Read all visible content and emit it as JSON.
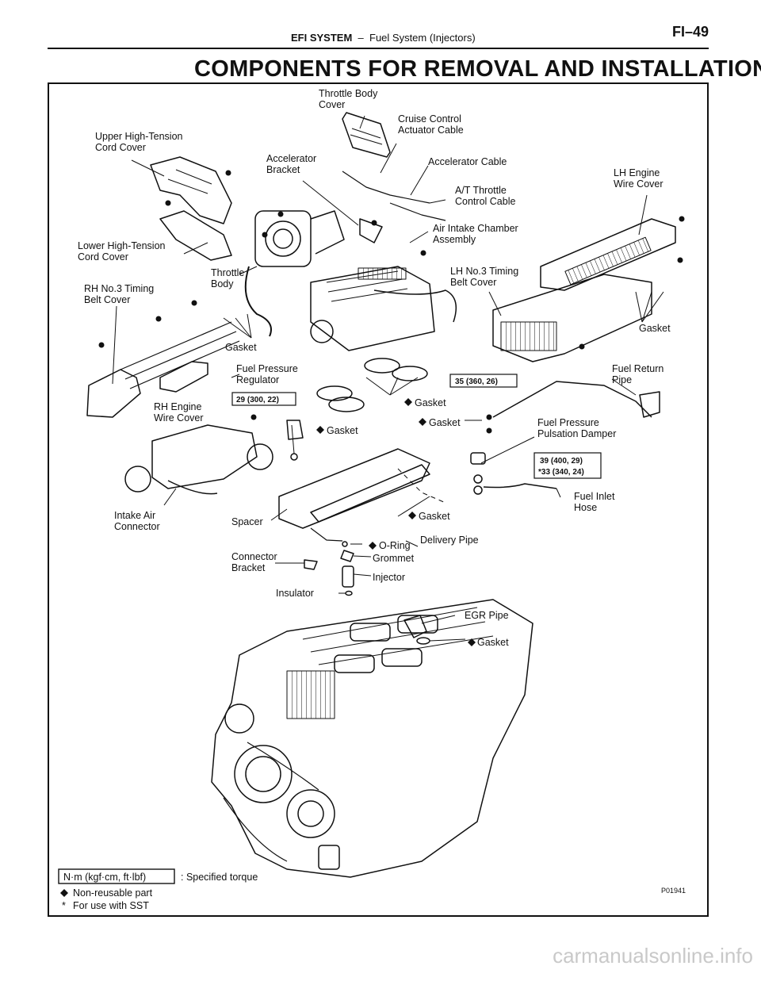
{
  "header": {
    "section": "EFI SYSTEM",
    "separator": "–",
    "subsection": "Fuel System (Injectors)",
    "page": "FI–49"
  },
  "title": "COMPONENTS FOR REMOVAL AND INSTALLATION",
  "labels": {
    "throttle_body_cover": [
      "Throttle Body",
      "Cover"
    ],
    "cruise_control_cable": [
      "Cruise Control",
      "Actuator Cable"
    ],
    "upper_ht_cord_cover": [
      "Upper High-Tension",
      "Cord Cover"
    ],
    "accelerator_bracket": [
      "Accelerator",
      "Bracket"
    ],
    "accelerator_cable": [
      "Accelerator Cable"
    ],
    "at_throttle_cable": [
      "A/T Throttle",
      "Control Cable"
    ],
    "lh_engine_wire_cover": [
      "LH Engine",
      "Wire Cover"
    ],
    "air_intake_chamber": [
      "Air Intake Chamber",
      "Assembly"
    ],
    "lower_ht_cord_cover": [
      "Lower High-Tension",
      "Cord Cover"
    ],
    "throttle_body": [
      "Throttle",
      "Body"
    ],
    "lh_no3_timing_cover": [
      "LH No.3 Timing",
      "Belt Cover"
    ],
    "rh_no3_timing_cover": [
      "RH No.3 Timing",
      "Belt Cover"
    ],
    "gasket_right": [
      "Gasket"
    ],
    "gasket_left": [
      "Gasket"
    ],
    "fuel_pressure_regulator": [
      "Fuel Pressure",
      "Regulator"
    ],
    "fuel_return_pipe": [
      "Fuel Return",
      "Pipe"
    ],
    "rh_engine_wire_cover": [
      "RH Engine",
      "Wire Cover"
    ],
    "gasket_intake": [
      "Gasket"
    ],
    "gasket_return": [
      "Gasket"
    ],
    "gasket_regulator": [
      "Gasket"
    ],
    "fuel_pulsation_damper": [
      "Fuel Pressure",
      "Pulsation Damper"
    ],
    "fuel_inlet_hose": [
      "Fuel Inlet",
      "Hose"
    ],
    "intake_air_connector": [
      "Intake Air",
      "Connector"
    ],
    "spacer": [
      "Spacer"
    ],
    "gasket_spacer": [
      "Gasket"
    ],
    "delivery_pipe": [
      "Delivery Pipe"
    ],
    "o_ring": [
      "O-Ring"
    ],
    "connector_bracket": [
      "Connector",
      "Bracket"
    ],
    "grommet": [
      "Grommet"
    ],
    "injector": [
      "Injector"
    ],
    "insulator": [
      "Insulator"
    ],
    "egr_pipe": [
      "EGR Pipe"
    ],
    "gasket_egr": [
      "Gasket"
    ]
  },
  "torques": {
    "regulator": "29 (300, 22)",
    "return_pipe": "35 (360, 26)",
    "damper_1": "39 (400, 29)",
    "damper_2": "*33 (340, 24)"
  },
  "legend": {
    "torque_unit": "N·m (kgf·cm, ft·lbf)",
    "torque_text": ":  Specified torque",
    "nonreusable": "Non-reusable part",
    "sst_mark": "*",
    "sst_text": "For use with SST"
  },
  "figure_code": "P01941",
  "watermark": "carmanualsonline.info"
}
